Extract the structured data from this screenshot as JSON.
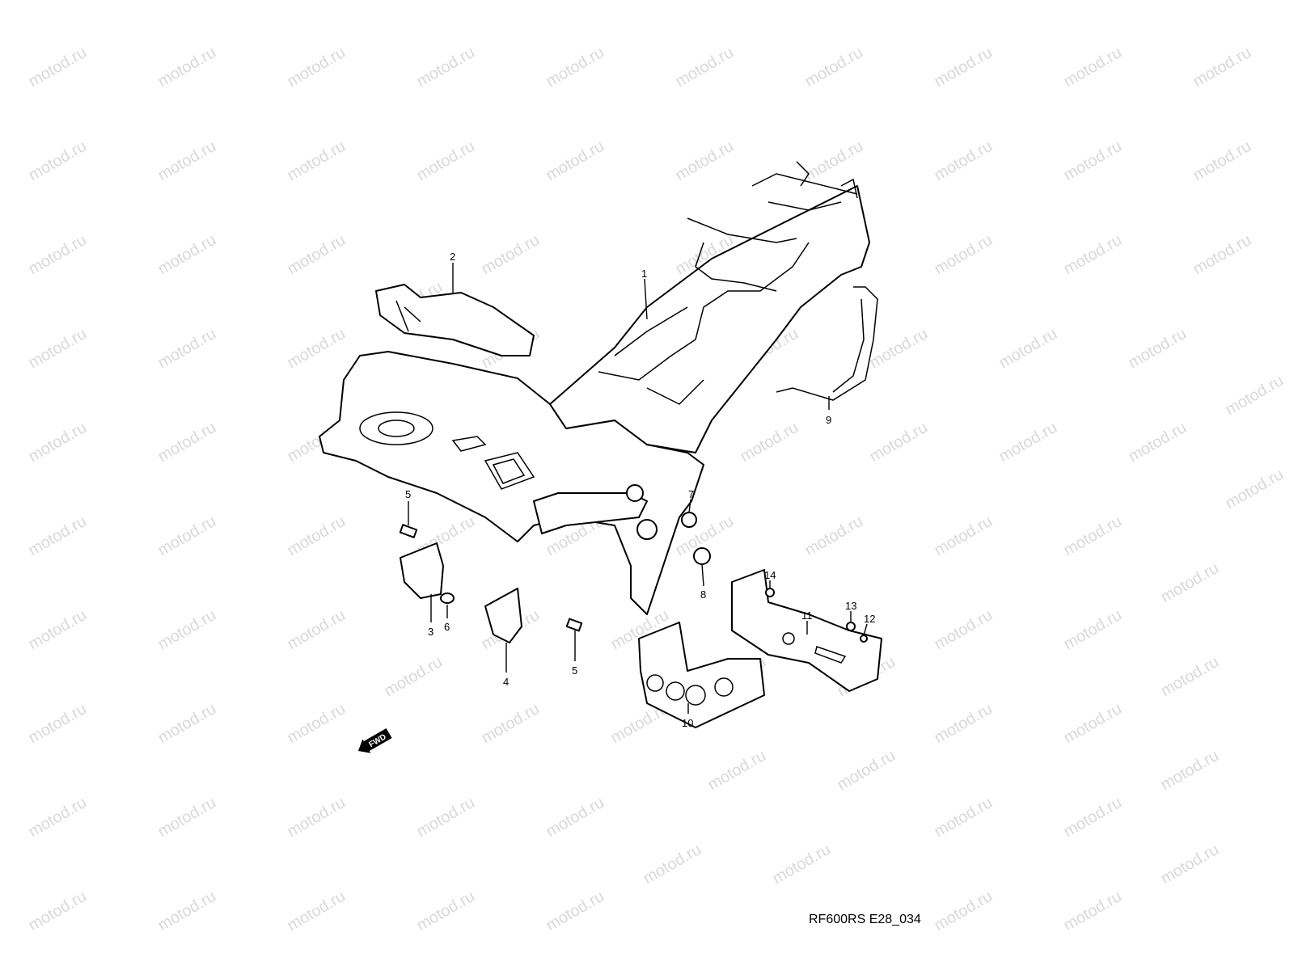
{
  "watermark": "motod.ru",
  "diagram_code": "RF600RS E28_034",
  "fwd_label": "FWD",
  "callouts": [
    "1",
    "2",
    "3",
    "4",
    "5",
    "5",
    "6",
    "7",
    "8",
    "9",
    "10",
    "11",
    "12",
    "13",
    "14"
  ],
  "colors": {
    "watermark": "#d9d9d9",
    "lines": "#000000",
    "background": "#ffffff"
  }
}
